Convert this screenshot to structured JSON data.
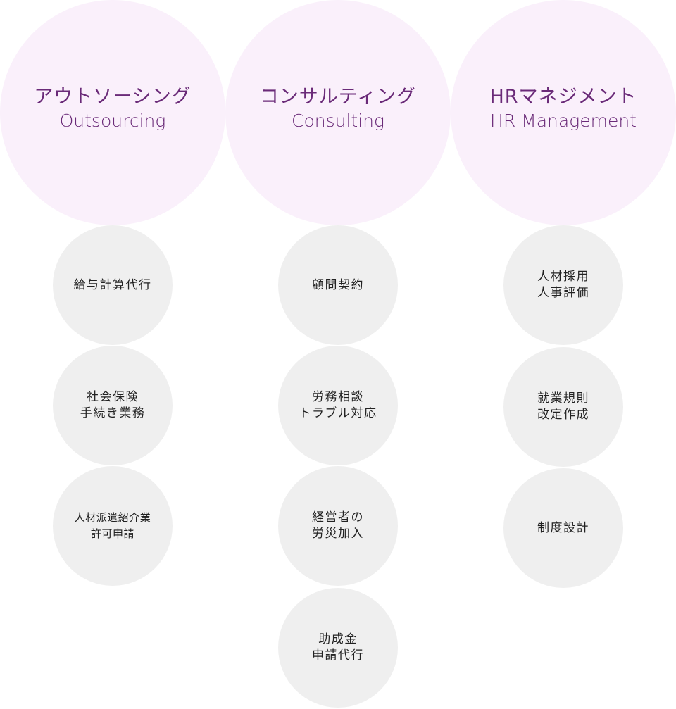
{
  "colors": {
    "big_circle_bg": "#faf0fb",
    "accent_text": "#6a2a78",
    "small_circle_bg": "#efefef",
    "small_text": "#222222"
  },
  "columns": [
    {
      "title_ja": "アウトソーシング",
      "title_en": "Outsourcing",
      "items": [
        {
          "label": "給与計算代行"
        },
        {
          "label": "社会保険\n手続き業務"
        },
        {
          "label": "人材派遣紹介業\n許可申請"
        }
      ]
    },
    {
      "title_ja": "コンサルティング",
      "title_en": "Consulting",
      "items": [
        {
          "label": "顧問契約"
        },
        {
          "label": "労務相談\nトラブル対応"
        },
        {
          "label": "経営者の\n労災加入"
        },
        {
          "label": "助成金\n申請代行"
        }
      ]
    },
    {
      "title_ja": "HRマネジメント",
      "title_en": "HR Management",
      "items": [
        {
          "label": "人材採用\n人事評価"
        },
        {
          "label": "就業規則\n改定作成"
        },
        {
          "label": "制度設計"
        }
      ]
    }
  ]
}
